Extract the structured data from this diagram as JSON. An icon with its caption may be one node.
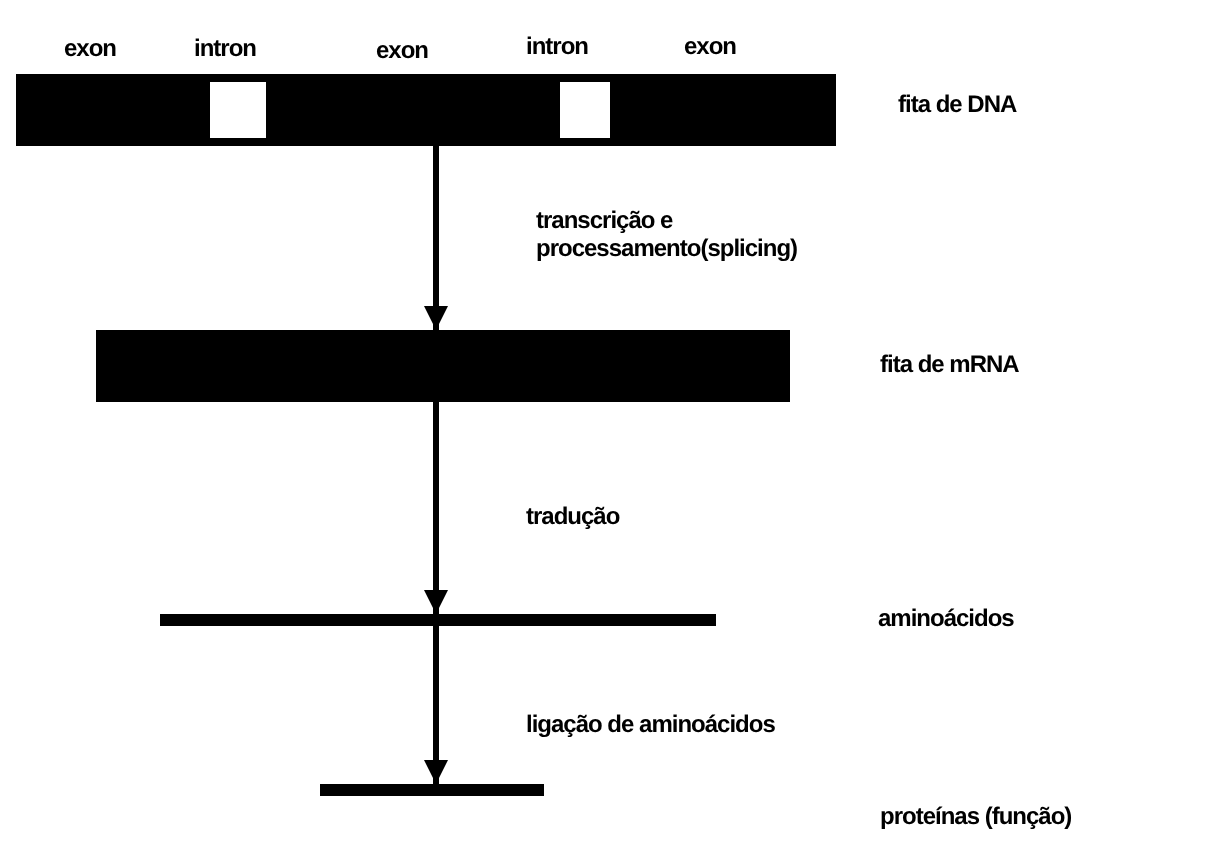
{
  "diagram": {
    "nodes": [
      {
        "text": [],
        "shape": "bar",
        "beside": [
          "fita de DNA"
        ]
      },
      {
        "text": [],
        "shape": "bar",
        "beside": [
          "fita de mRNA"
        ]
      },
      {
        "text": [],
        "shape": "bar"
      },
      {
        "text": [],
        "shape": "bar"
      }
    ],
    "edges": [
      {
        "from": 0,
        "to": 1,
        "arrow": "to",
        "label": "transcrição e processamento(splicing)"
      },
      {
        "from": 1,
        "to": 2,
        "arrow": "to",
        "label": "tradução"
      },
      {
        "from": 2,
        "to": 3,
        "arrow": "to",
        "label": "ligação de aminoácidos"
      }
    ],
    "labels": [
      "exon",
      "intron",
      "exon",
      "intron",
      "exon",
      "aminoácidos",
      "proteínas (função)"
    ]
  }
}
